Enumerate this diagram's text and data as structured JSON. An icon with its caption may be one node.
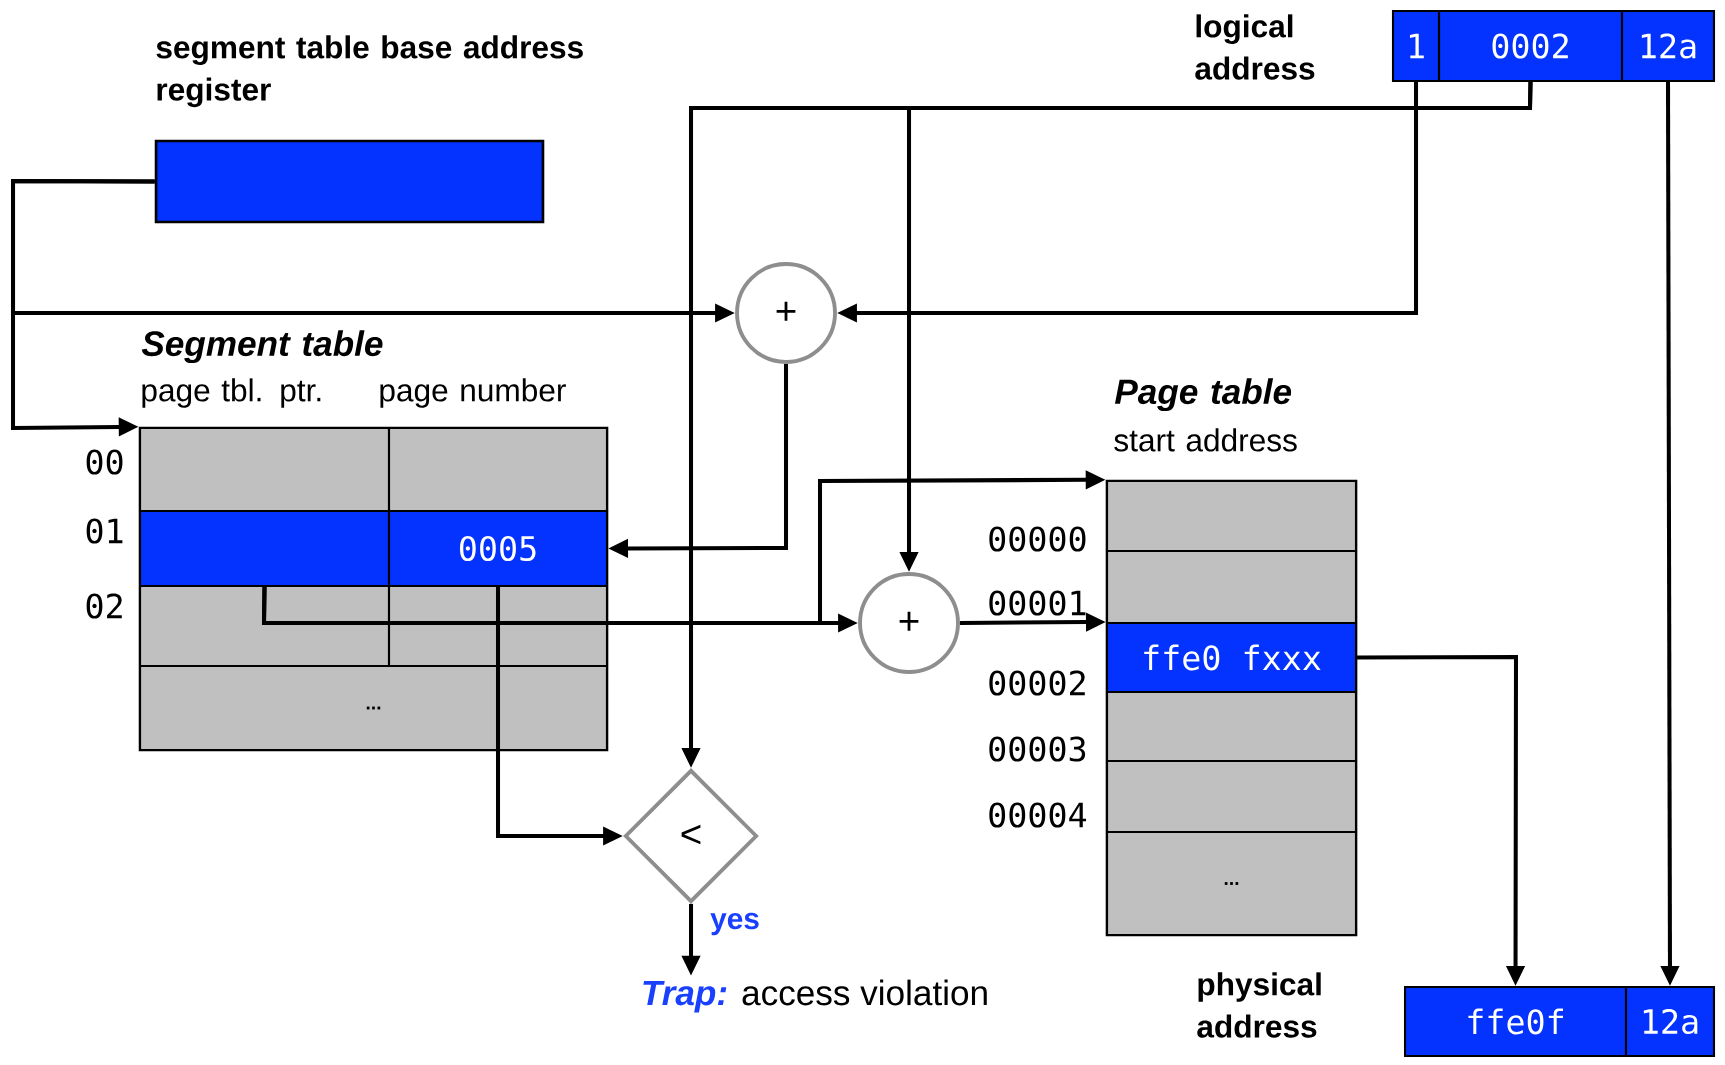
{
  "diagram": {
    "nodes": [
      {
        "text": [
          "segment table base address register"
        ]
      },
      {
        "text": [
          "logical address"
        ]
      },
      {
        "text": [
          "1"
        ]
      },
      {
        "text": [
          "0002"
        ]
      },
      {
        "text": [
          "12a"
        ]
      },
      {
        "text": [
          "+"
        ]
      },
      {
        "text": [
          "Segment table",
          "page tbl. ptr.",
          "page number"
        ]
      },
      {
        "text": [],
        "shape": "box",
        "in": 6
      },
      {
        "text": [],
        "shape": "box",
        "in": 6
      },
      {
        "text": [],
        "shape": "box",
        "in": 6
      },
      {
        "text": [
          "0005"
        ],
        "in": 6
      },
      {
        "text": [
          "+"
        ]
      },
      {
        "text": [
          "<"
        ]
      },
      {
        "text": [
          "Trap:",
          "access violation"
        ]
      },
      {
        "text": [
          "Page table",
          "start address"
        ]
      },
      {
        "text": [],
        "shape": "box",
        "in": 14
      },
      {
        "text": [],
        "shape": "box",
        "in": 14
      },
      {
        "text": [
          "ffe0 fxxx"
        ],
        "in": 14
      },
      {
        "text": [],
        "shape": "box",
        "in": 14
      },
      {
        "text": [],
        "shape": "box",
        "in": 14
      },
      {
        "text": [
          "..."
        ],
        "in": 14
      },
      {
        "text": [
          "physical address"
        ]
      },
      {
        "text": [
          "ffe0f"
        ]
      },
      {
        "text": [
          "12a"
        ]
      }
    ],
    "edges": [
      {
        "from": 0,
        "to": 6,
        "arrow": "to"
      },
      {
        "from": 0,
        "to": 5,
        "arrow": "to"
      },
      {
        "from": 2,
        "to": 5,
        "arrow": "to"
      },
      {
        "from": 5,
        "to": 10,
        "arrow": "to"
      },
      {
        "from": 3,
        "to": 12,
        "arrow": "to"
      },
      {
        "from": 3,
        "to": 11,
        "arrow": "to"
      },
      {
        "from": 9,
        "to": 11,
        "arrow": "to"
      },
      {
        "from": 9,
        "to": 14,
        "arrow": "to"
      },
      {
        "from": 11,
        "to": 17,
        "arrow": "to"
      },
      {
        "from": 10,
        "to": 12,
        "arrow": "to"
      },
      {
        "from": 17,
        "to": 22,
        "arrow": "to"
      },
      {
        "from": 4,
        "to": 23,
        "arrow": "to"
      },
      {
        "from": 12,
        "to": 13,
        "arrow": "to",
        "label": "yes"
      }
    ],
    "labels": [
      "00",
      "01",
      "02",
      "...",
      "00000",
      "00001",
      "00002",
      "00003",
      "00004"
    ]
  }
}
